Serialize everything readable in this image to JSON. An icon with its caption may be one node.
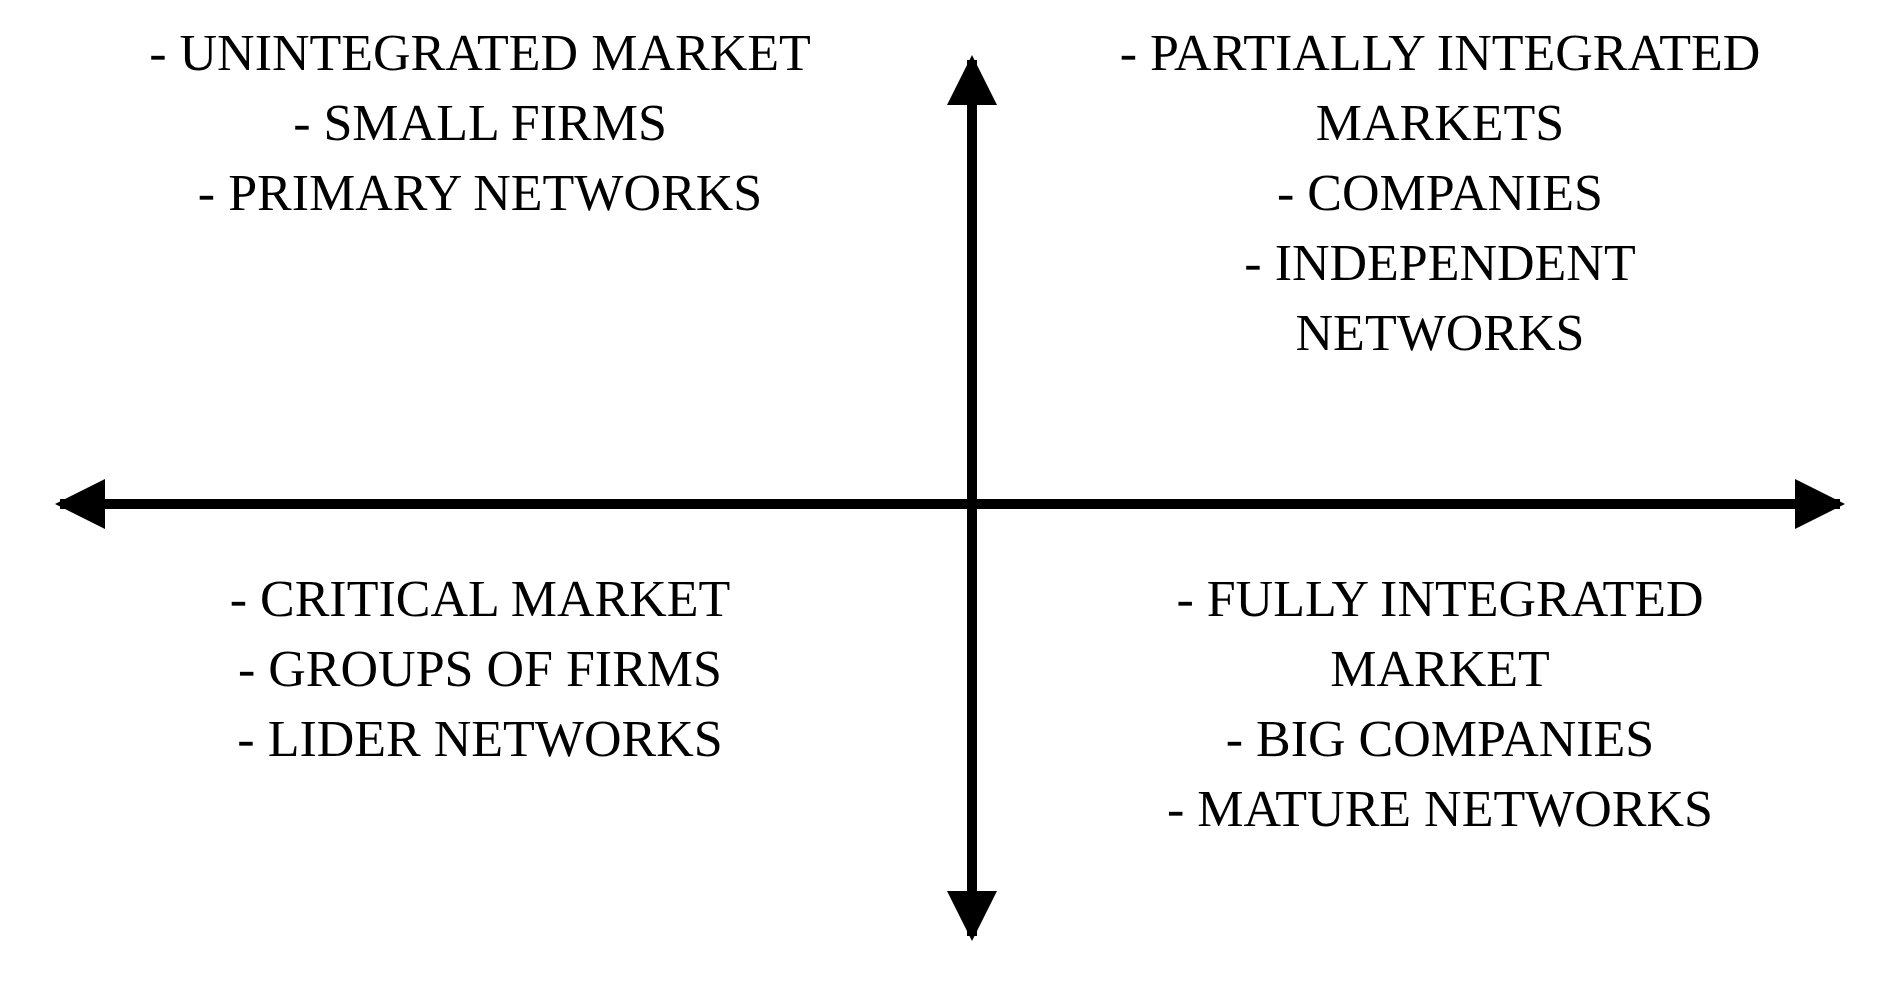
{
  "diagram": {
    "labels": [
      "- UNINTEGRATED MARKET",
      "- SMALL FIRMS",
      "- PRIMARY NETWORKS",
      "- PARTIALLY INTEGRATED MARKETS",
      "- COMPANIES",
      "- INDEPENDENT NETWORKS",
      "- CRITICAL MARKET",
      "- GROUPS OF FIRMS",
      "- LIDER NETWORKS",
      "- FULLY INTEGRATED MARKET",
      "- BIG COMPANIES",
      "- MATURE NETWORKS"
    ]
  }
}
